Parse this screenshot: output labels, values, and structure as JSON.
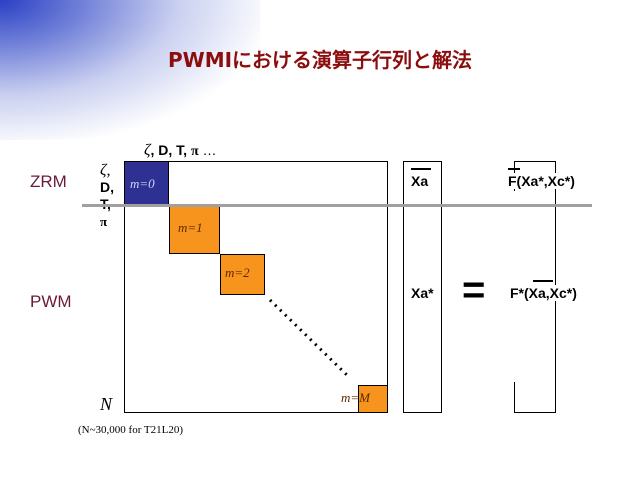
{
  "title": "PWMIにおける演算子行列と解法",
  "colors": {
    "title": "#8b0d0d",
    "section_label": "#6b1a3a",
    "block_m0": "#2e3192",
    "block_other": "#f7941d",
    "divider": "#a0a0a0"
  },
  "section_labels": {
    "zrm": "ZRM",
    "pwm": "PWM"
  },
  "matrix": {
    "column_header": [
      "ζ",
      ", ",
      "D",
      ", ",
      "T",
      ", ",
      "π",
      " …"
    ],
    "row_header": [
      "ζ,",
      "D,",
      "T,",
      "π"
    ],
    "blocks": [
      "m=0",
      "m=1",
      "m=2",
      "m=M"
    ],
    "dimension_symbol": "N",
    "footnote": "(N~30,000 for T21L20)"
  },
  "vector_x": {
    "top": "Xa",
    "bottom": "Xa*"
  },
  "equals_sign": "=",
  "vector_f": {
    "top": "F(Xa*,Xc*)",
    "bottom": "F*(Xa,Xc*)"
  }
}
